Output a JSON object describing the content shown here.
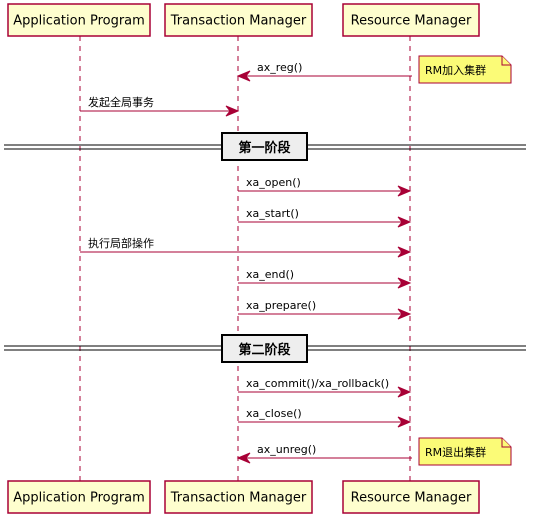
{
  "participants": {
    "app": "Application Program",
    "tm": "Transaction Manager",
    "rm": "Resource Manager"
  },
  "messages": {
    "m1": "ax_reg()",
    "m2": "发起全局事务",
    "m3": "xa_open()",
    "m4": "xa_start()",
    "m5": "执行局部操作",
    "m6": "xa_end()",
    "m7": "xa_prepare()",
    "m8": "xa_commit()/xa_rollback()",
    "m9": "xa_close()",
    "m10": "ax_unreg()"
  },
  "notes": {
    "n1": "RM加入集群",
    "n2": "RM退出集群"
  },
  "dividers": {
    "phase1": "第一阶段",
    "phase2": "第二阶段"
  },
  "colors": {
    "line": "#A80036",
    "participant_fill": "#FEFECE",
    "note_fill": "#FBFB77",
    "divider_fill": "#EEEEEE"
  }
}
